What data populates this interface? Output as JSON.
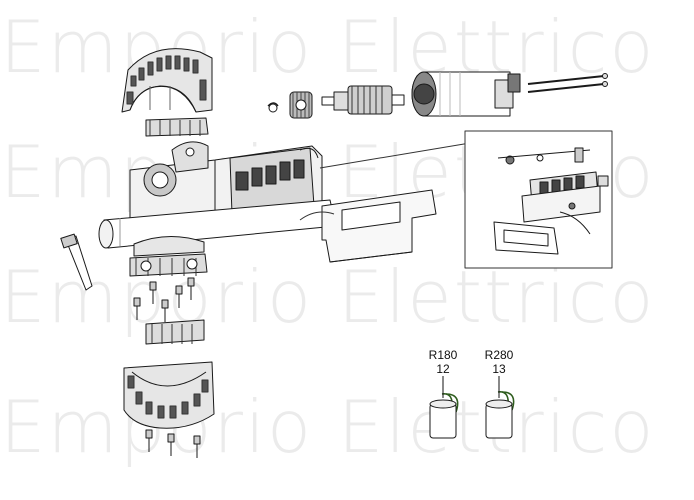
{
  "watermark": {
    "text": "Emporio Elettrico",
    "color": "#ebebeb"
  },
  "callouts": [
    {
      "code": "R180",
      "number": "12"
    },
    {
      "code": "R280",
      "number": "13"
    }
  ],
  "colors": {
    "line": "#1a1a1a",
    "dark_fill": "#333333",
    "grey_fill": "#9a9a9a",
    "light_fill": "#e6e6e6",
    "wire": "#2f5d1e"
  }
}
